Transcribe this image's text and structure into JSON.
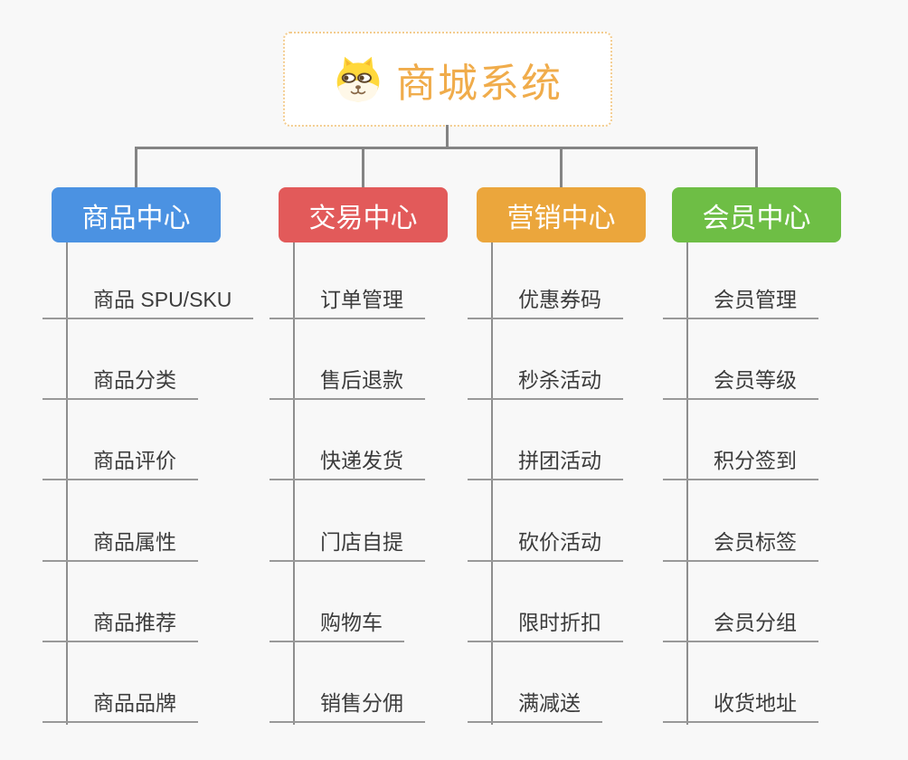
{
  "root": {
    "label": "商城系统",
    "icon": "shiba-dog-icon"
  },
  "branches": [
    {
      "label": "商品中心",
      "color": "#4b92e2",
      "children": [
        "商品 SPU/SKU",
        "商品分类",
        "商品评价",
        "商品属性",
        "商品推荐",
        "商品品牌"
      ]
    },
    {
      "label": "交易中心",
      "color": "#e25a5a",
      "children": [
        "订单管理",
        "售后退款",
        "快递发货",
        "门店自提",
        "购物车",
        "销售分佣"
      ]
    },
    {
      "label": "营销中心",
      "color": "#eba63c",
      "children": [
        "优惠券码",
        "秒杀活动",
        "拼团活动",
        "砍价活动",
        "限时折扣",
        "满减送"
      ]
    },
    {
      "label": "会员中心",
      "color": "#6ebe45",
      "children": [
        "会员管理",
        "会员等级",
        "积分签到",
        "会员标签",
        "会员分组",
        "收货地址"
      ]
    }
  ],
  "colors": {
    "background": "#f8f8f8",
    "connector": "#848484",
    "underline": "#999999",
    "item_text": "#3c3c3c",
    "node_text": "#ffffff",
    "root_text": "#f0ac4b",
    "root_border": "#f3cc8e",
    "dog_yellow": "#ffd83b",
    "dog_cream": "#fff8e8",
    "dog_brown": "#5b4226"
  }
}
